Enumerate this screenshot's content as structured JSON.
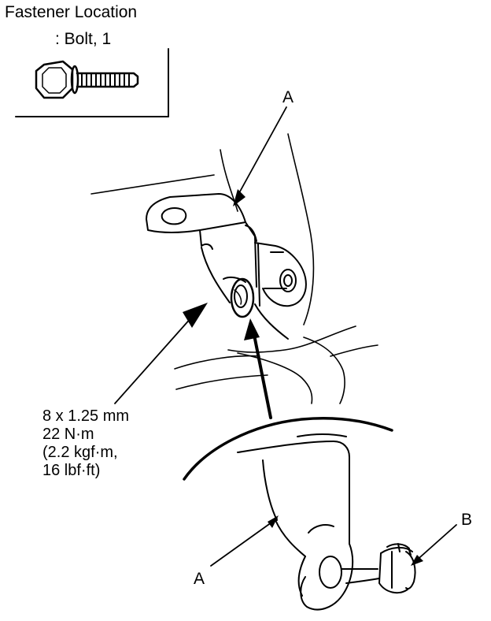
{
  "header": {
    "title_line1": "Fastener Location",
    "title_line2": ": Bolt, 1"
  },
  "spec": {
    "lines": [
      "8 x 1.25 mm",
      "22 N·m",
      "(2.2 kgf·m,",
      "16 lbf·ft)"
    ]
  },
  "callouts": {
    "a_upper": "A",
    "a_lower": "A",
    "b": "B"
  },
  "colors": {
    "ink": "#000000",
    "paper": "#ffffff"
  }
}
